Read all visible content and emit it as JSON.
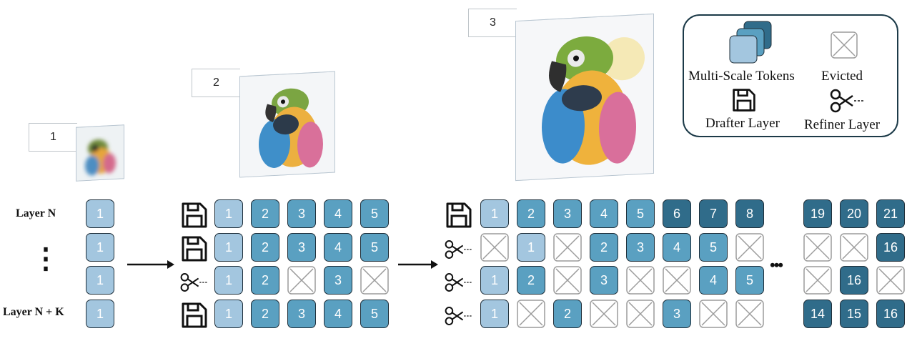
{
  "colors": {
    "scale1": "#a3c6df",
    "scale2": "#5aa0c1",
    "scale3": "#306c8a"
  },
  "scale_labels": [
    "1",
    "2",
    "3"
  ],
  "layer_labels": {
    "top": "Layer N",
    "bottom": "Layer N + K"
  },
  "legend": {
    "multi_scale": "Multi-Scale Tokens",
    "evicted": "Evicted",
    "drafter": "Drafter Layer",
    "refiner": "Refiner Layer"
  },
  "stage1": {
    "tokens": [
      "1",
      "1",
      "1",
      "1"
    ]
  },
  "stage2": {
    "rows": [
      {
        "icon": "drafter",
        "tokens": [
          "1",
          "2",
          "3",
          "4",
          "5"
        ]
      },
      {
        "icon": "drafter",
        "tokens": [
          "1",
          "2",
          "3",
          "4",
          "5"
        ]
      },
      {
        "icon": "refiner",
        "tokens": [
          "1",
          "2",
          "X",
          "3",
          "X"
        ]
      },
      {
        "icon": "drafter",
        "tokens": [
          "1",
          "2",
          "3",
          "4",
          "5"
        ]
      }
    ]
  },
  "stage3": {
    "rows": [
      {
        "icon": "drafter",
        "tokens": [
          "1",
          "2",
          "3",
          "4",
          "5",
          "6",
          "7",
          "8"
        ]
      },
      {
        "icon": "refiner",
        "tokens": [
          "X",
          "1",
          "X",
          "2",
          "3",
          "4",
          "5",
          "X"
        ]
      },
      {
        "icon": "refiner",
        "tokens": [
          "1",
          "2",
          "X",
          "3",
          "X",
          "X",
          "4",
          "5"
        ]
      },
      {
        "icon": "refiner",
        "tokens": [
          "1",
          "X",
          "2",
          "X",
          "X",
          "3",
          "X",
          "X"
        ]
      }
    ]
  },
  "stage4": {
    "rows": [
      {
        "tokens": [
          "19",
          "20",
          "21"
        ]
      },
      {
        "tokens": [
          "X",
          "X",
          "16"
        ]
      },
      {
        "tokens": [
          "X",
          "16",
          "X"
        ]
      },
      {
        "tokens": [
          "14",
          "15",
          "16"
        ]
      }
    ]
  },
  "ellipsis_vertical": "⋮",
  "ellipsis_horizontal": "•••"
}
